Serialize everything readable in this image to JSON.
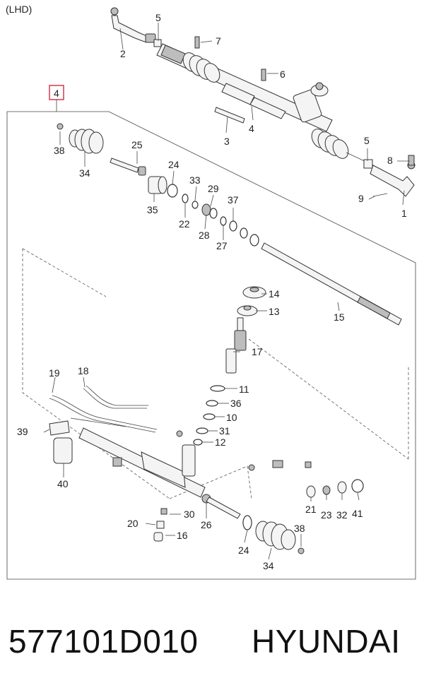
{
  "diagram": {
    "variant_label": "(LHD)",
    "callouts": [
      {
        "id": "c1",
        "text": "1"
      },
      {
        "id": "c2",
        "text": "2"
      },
      {
        "id": "c3",
        "text": "3"
      },
      {
        "id": "c4",
        "text": "4"
      },
      {
        "id": "c4box",
        "text": "4"
      },
      {
        "id": "c5a",
        "text": "5"
      },
      {
        "id": "c5b",
        "text": "5"
      },
      {
        "id": "c6",
        "text": "6"
      },
      {
        "id": "c7",
        "text": "7"
      },
      {
        "id": "c8",
        "text": "8"
      },
      {
        "id": "c9",
        "text": "9"
      },
      {
        "id": "c10",
        "text": "10"
      },
      {
        "id": "c11",
        "text": "11"
      },
      {
        "id": "c12",
        "text": "12"
      },
      {
        "id": "c13",
        "text": "13"
      },
      {
        "id": "c14",
        "text": "14"
      },
      {
        "id": "c15",
        "text": "15"
      },
      {
        "id": "c16",
        "text": "16"
      },
      {
        "id": "c17",
        "text": "17"
      },
      {
        "id": "c18",
        "text": "18"
      },
      {
        "id": "c19",
        "text": "19"
      },
      {
        "id": "c20",
        "text": "20"
      },
      {
        "id": "c21",
        "text": "21"
      },
      {
        "id": "c22",
        "text": "22"
      },
      {
        "id": "c23",
        "text": "23"
      },
      {
        "id": "c24a",
        "text": "24"
      },
      {
        "id": "c24b",
        "text": "24"
      },
      {
        "id": "c25",
        "text": "25"
      },
      {
        "id": "c26",
        "text": "26"
      },
      {
        "id": "c27",
        "text": "27"
      },
      {
        "id": "c28",
        "text": "28"
      },
      {
        "id": "c29",
        "text": "29"
      },
      {
        "id": "c30",
        "text": "30"
      },
      {
        "id": "c31",
        "text": "31"
      },
      {
        "id": "c32",
        "text": "32"
      },
      {
        "id": "c33",
        "text": "33"
      },
      {
        "id": "c34a",
        "text": "34"
      },
      {
        "id": "c34b",
        "text": "34"
      },
      {
        "id": "c35",
        "text": "35"
      },
      {
        "id": "c36",
        "text": "36"
      },
      {
        "id": "c37",
        "text": "37"
      },
      {
        "id": "c38a",
        "text": "38"
      },
      {
        "id": "c38b",
        "text": "38"
      },
      {
        "id": "c39",
        "text": "39"
      },
      {
        "id": "c40",
        "text": "40"
      },
      {
        "id": "c41",
        "text": "41"
      }
    ],
    "highlight_color": "#d23a4a"
  },
  "footer": {
    "part_number": "577101D010",
    "brand": "HYUNDAI"
  }
}
